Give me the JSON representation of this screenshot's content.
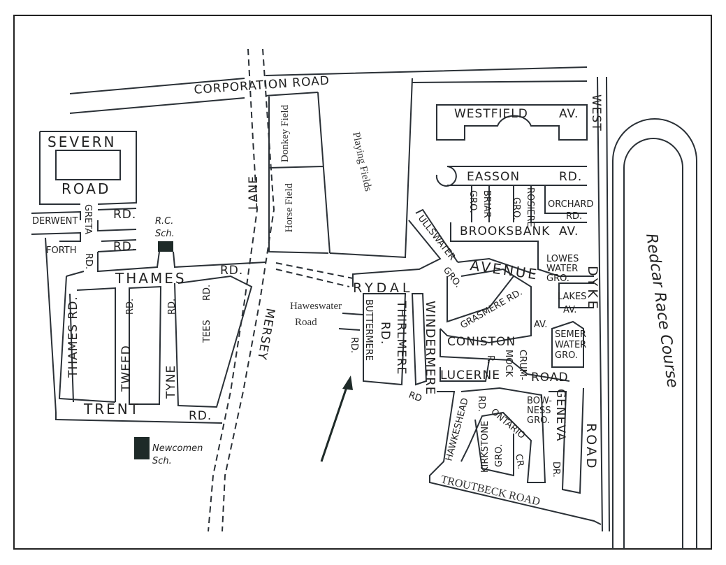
{
  "map": {
    "roads": {
      "corporation": "CORPORATION ROAD",
      "lane": "LANE",
      "mersey": "MERSEY",
      "severn": "SEVERN",
      "severn_road": "ROAD",
      "derwent": "DERWENT",
      "greta": "GRETA",
      "greta_rd": "RD.",
      "derwent_rd": "RD.",
      "forth": "FORTH",
      "forth_rd": "RD.",
      "forth_rd2": "RD.",
      "thames": "THAMES",
      "thames_rd": "RD.",
      "thames_rd_vert": "THAMES RD.",
      "tweed": "TWEED",
      "tweed_rd": "RD.",
      "tyne": "TYNE",
      "tyne_rd": "RD.",
      "tees": "TEES",
      "tees_rd": "RD.",
      "trent": "TRENT",
      "trent_rd": "RD.",
      "westfield": "WESTFIELD",
      "westfield_av": "AV.",
      "west": "WEST",
      "dyke": "DYKE",
      "easson": "EASSON",
      "easson_rd": "RD.",
      "briar": "BRIAR",
      "briar_gro": "GRO.",
      "rosiere": "ROSIERE",
      "rosiere_gro": "GRO.",
      "orchard": "ORCHARD",
      "orchard_rd": "RD.",
      "brooksbank": "BROOKSBANK",
      "brooksbank_av": "AV.",
      "ullswater": "ULLSWATER",
      "ullswater_gro": "GRO.",
      "avenue": "AVENUE",
      "loweswater": "LOWES",
      "loweswater2": "WATER",
      "loweswater_gro": "GRO.",
      "lakes": "LAKES",
      "lakes_av": "AV.",
      "rydal": "RYDAL",
      "haweswater": "Haweswater",
      "haweswater_road": "Road",
      "buttermere": "BUTTERMERE",
      "buttermere_rd": "RD.",
      "thirlmere": "THIRLMERE",
      "thirlmere_rd": "RD.",
      "windermere": "WINDERMERE",
      "windermere_note": "RD",
      "grasmere": "GRASMERE RD.",
      "coniston": "CONISTON",
      "coniston_av": "AV.",
      "coniston_r": "R.",
      "crummock": "CRUM-",
      "crummock2": "MOCK",
      "semerwater": "SEMER",
      "semerwater2": "WATER",
      "semerwater_gro": "GRO.",
      "lucerne": "LUCERNE",
      "lucerne_road": "ROAD",
      "hawkeshead": "HAWKESHEAD",
      "hawkeshead_rd": "RD.",
      "ontario": "ONTARIO",
      "ontario_cr": "CR.",
      "bowness": "BOW-",
      "bowness2": "NESS",
      "bowness_gro": "GRO.",
      "kirkstone": "KIRKSTONE",
      "kirkstone_gro": "GRO.",
      "geneva": "GENEVA",
      "geneva_dr": "DR.",
      "road_east": "ROAD",
      "troutbeck": "TROUTBECK ROAD"
    },
    "places": {
      "donkey_field": "Donkey Field",
      "horse_field": "Horse Field",
      "playing_fields": "Playing Fields",
      "rc_school": "R.C.",
      "rc_school2": "Sch.",
      "newcomen": "Newcomen",
      "newcomen2": "Sch.",
      "racecourse": "Redcar Race Course"
    },
    "colors": {
      "ink": "#2a3036",
      "school": "#1e2a28"
    }
  }
}
